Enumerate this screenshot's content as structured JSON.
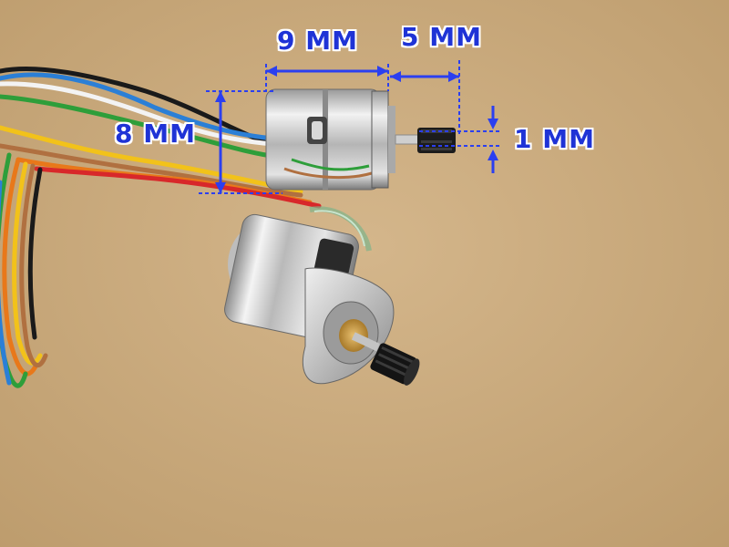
{
  "dimensions": {
    "width_label": "9 MM",
    "shaft_label": "5 MM",
    "height_label": "8 MM",
    "gear_label": "1 MM"
  },
  "colors": {
    "background": "#c9aa7d",
    "annotation": "#1f33d6",
    "annotation_outline": "#ffffff",
    "motor_metal": "#c8c8c8",
    "gear": "#1a1a1a"
  },
  "objects": {
    "motors": [
      "micro-stepper-motor",
      "micro-stepper-motor"
    ],
    "wire_colors": [
      "#2b7fd6",
      "#1a1a1a",
      "#f0f0f0",
      "#2e9e3a",
      "#f2c21a",
      "#e8781a",
      "#b07040",
      "#d8282a"
    ]
  }
}
